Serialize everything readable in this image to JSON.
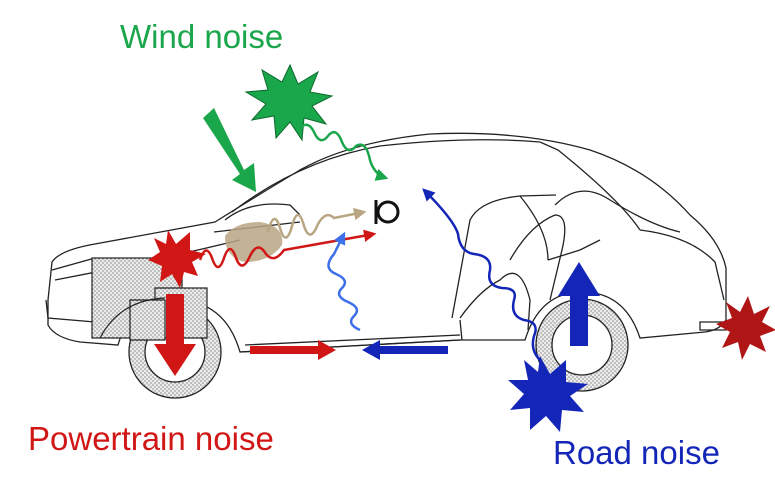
{
  "labels": {
    "wind": "Wind noise",
    "powertrain": "Powertrain noise",
    "road": "Road noise"
  },
  "colors": {
    "wind": "#1aa64a",
    "powertrain": "#d11616",
    "road": "#1426b8",
    "road_light": "#3d6fe8",
    "cabin": "#b8a582",
    "outline": "#222222",
    "engine": "#d8d8d8"
  },
  "icons": [
    "microphone-icon",
    "burst-icon",
    "arrow-icon",
    "wavy-arrow-icon"
  ]
}
